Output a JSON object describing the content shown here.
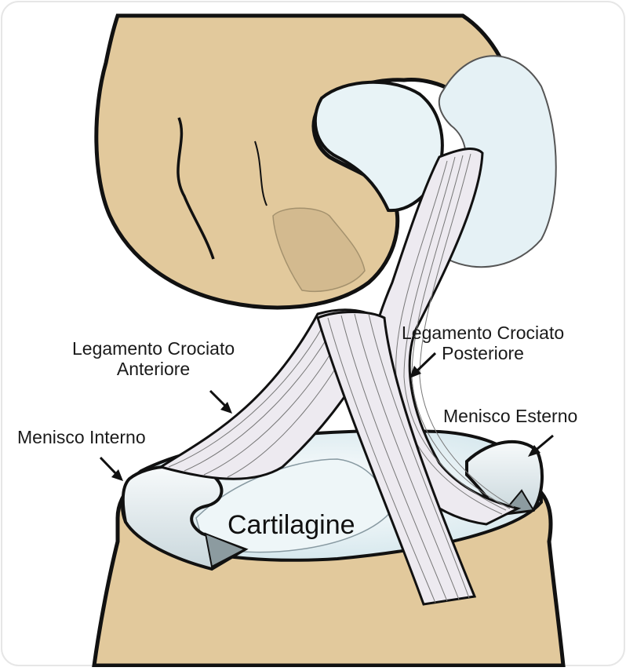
{
  "labels": {
    "acl_line1": "Legamento Crociato",
    "acl_line2": "Anteriore",
    "pcl_line1": "Legamento Crociato",
    "pcl_line2": "Posteriore",
    "medial_meniscus": "Menisco Interno",
    "lateral_meniscus": "Menisco Esterno",
    "cartilage": "Cartilagine"
  },
  "colors": {
    "bone": "#E2C99C",
    "cartilage": "#E5F1F5",
    "ligament": "#EDEAF0",
    "outline": "#111111"
  }
}
